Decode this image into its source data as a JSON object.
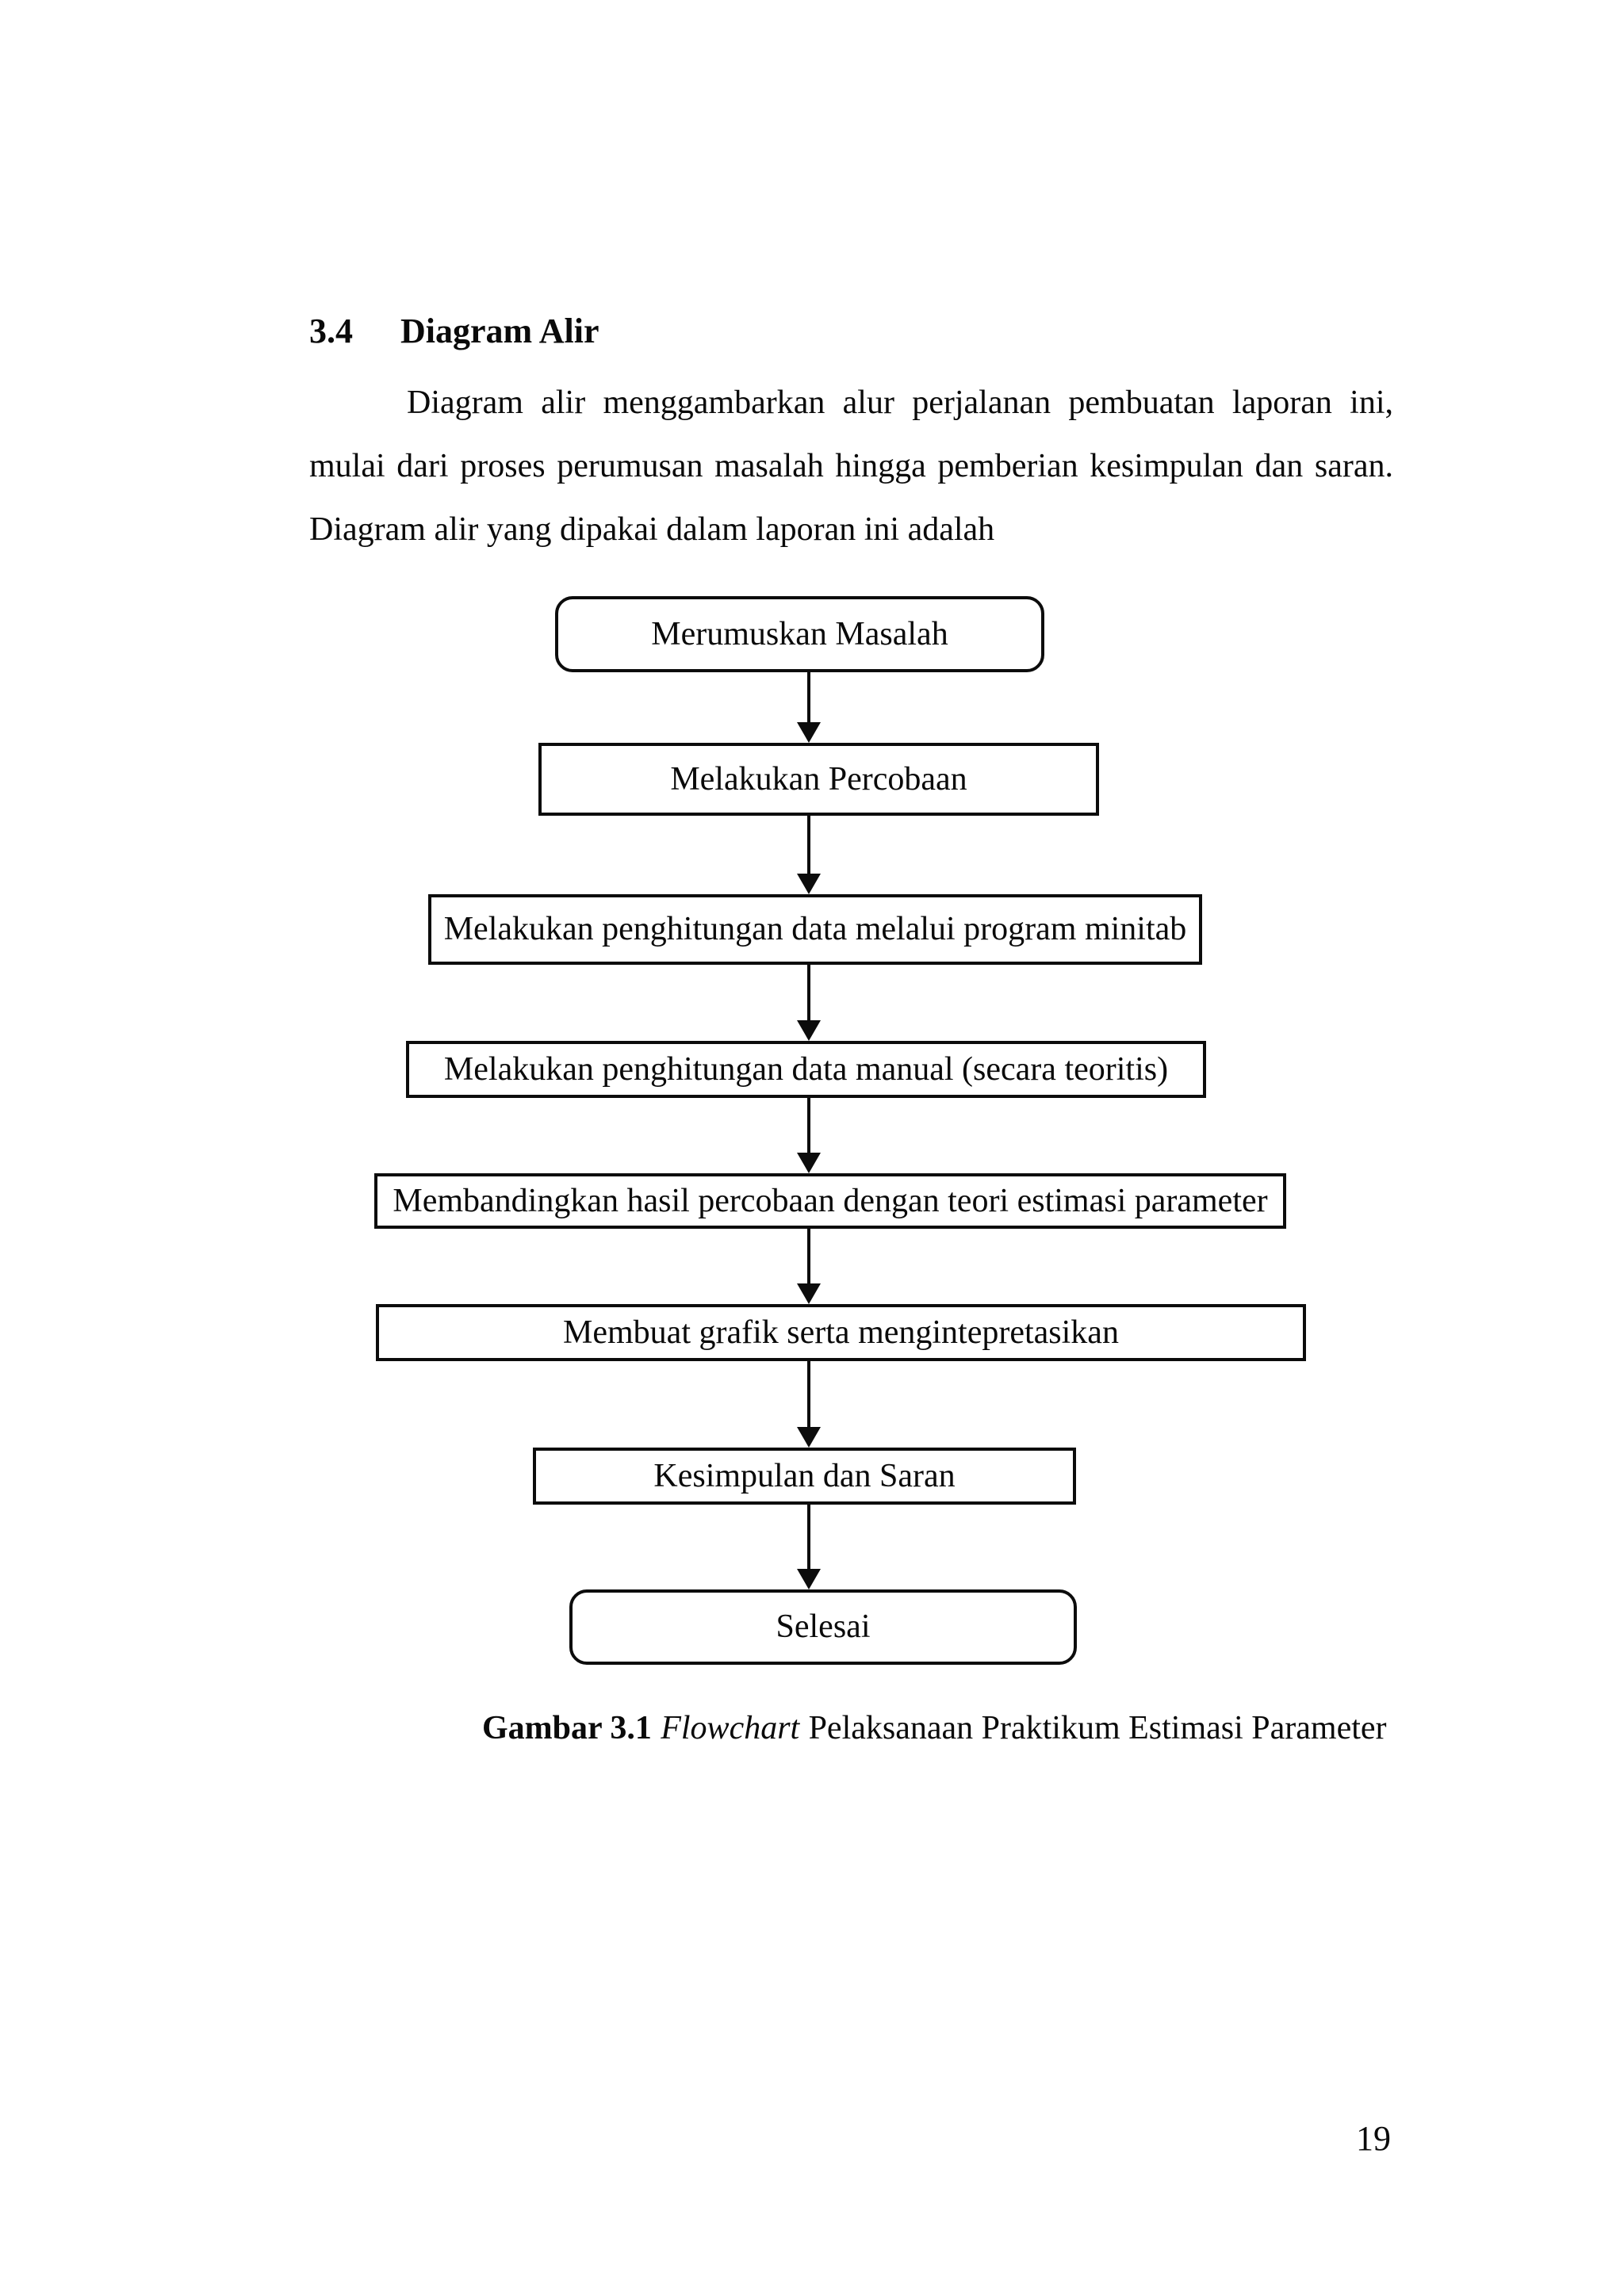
{
  "section": {
    "number": "3.4",
    "title": "Diagram Alir"
  },
  "paragraph": {
    "lines": [
      "Diagram alir menggambarkan alur perjalanan pembuatan laporan ini,",
      "mulai dari proses perumusan masalah hingga pemberian kesimpulan dan saran.",
      "Diagram alir yang dipakai dalam laporan ini adalah"
    ]
  },
  "flowchart": {
    "nodes": [
      {
        "label": "Merumuskan Masalah",
        "shape": "rounded"
      },
      {
        "label": "Melakukan Percobaan",
        "shape": "rect"
      },
      {
        "label": "Melakukan penghitungan data melalui program minitab",
        "shape": "rect"
      },
      {
        "label": "Melakukan penghitungan data manual (secara teoritis)",
        "shape": "rect"
      },
      {
        "label": "Membandingkan hasil percobaan dengan teori estimasi parameter",
        "shape": "rect"
      },
      {
        "label": "Membuat grafik serta mengintepretasikan",
        "shape": "rect"
      },
      {
        "label": "Kesimpulan dan Saran",
        "shape": "rect"
      },
      {
        "label": "Selesai",
        "shape": "rounded"
      }
    ]
  },
  "caption": {
    "figure_label": "Gambar 3.1",
    "italic_word": "Flowchart",
    "text": "Pelaksanaan Praktikum Estimasi Parameter"
  },
  "page": {
    "number": "19"
  }
}
